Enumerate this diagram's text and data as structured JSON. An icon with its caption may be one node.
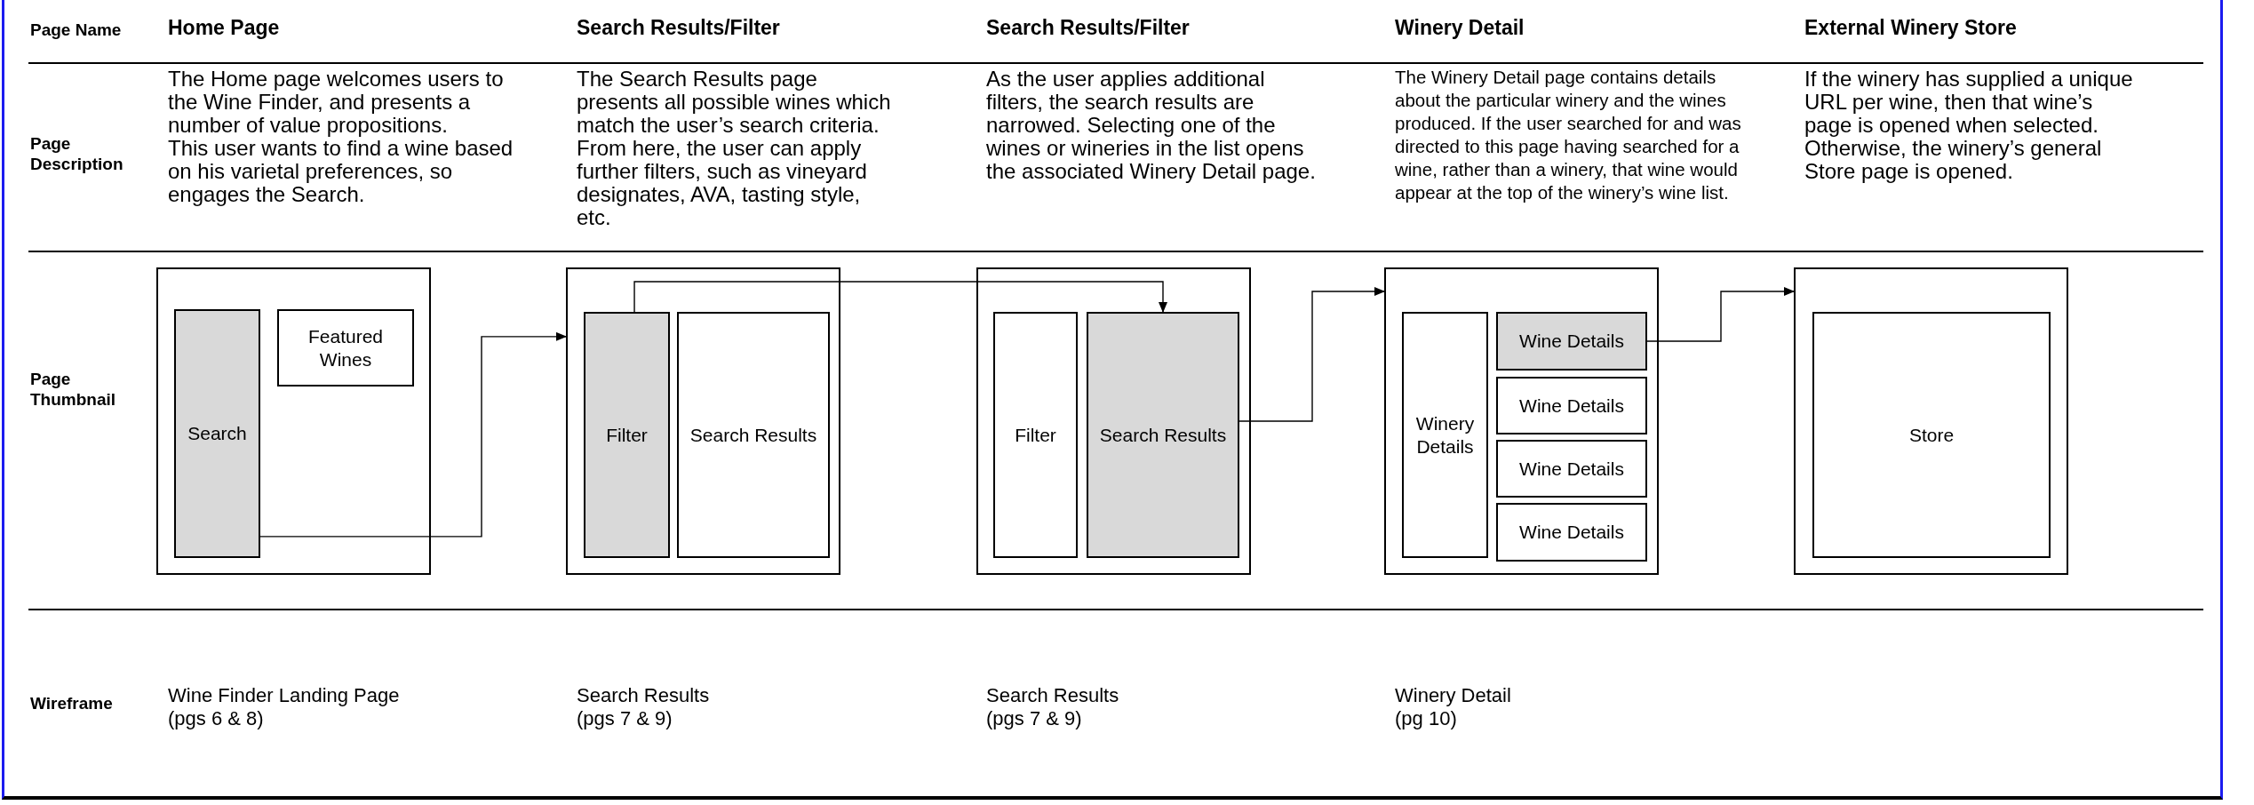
{
  "diagram": {
    "nodes": [
      {
        "text": [],
        "shape": "box"
      },
      {
        "text": [
          "Search"
        ],
        "in": 0
      },
      {
        "text": [
          "Featured Wines"
        ],
        "in": 0
      },
      {
        "text": [],
        "shape": "box"
      },
      {
        "text": [
          "Filter"
        ],
        "in": 3
      },
      {
        "text": [
          "Search Results"
        ],
        "in": 3
      },
      {
        "text": [],
        "shape": "box"
      },
      {
        "text": [
          "Filter"
        ],
        "in": 6
      },
      {
        "text": [
          "Search Results"
        ],
        "in": 6
      },
      {
        "text": [],
        "shape": "box"
      },
      {
        "text": [
          "Winery Details"
        ],
        "in": 9
      },
      {
        "text": [
          "Wine Details"
        ],
        "in": 9
      },
      {
        "text": [
          "Wine Details"
        ],
        "in": 9
      },
      {
        "text": [
          "Wine Details"
        ],
        "in": 9
      },
      {
        "text": [
          "Wine Details"
        ],
        "in": 9
      },
      {
        "text": [],
        "shape": "box"
      },
      {
        "text": [
          "Store"
        ],
        "in": 15
      }
    ],
    "edges": [
      {
        "from": 1,
        "to": 3,
        "arrow": "to"
      },
      {
        "from": 4,
        "to": 8,
        "arrow": "to"
      },
      {
        "from": 8,
        "to": 9,
        "arrow": "to"
      },
      {
        "from": 11,
        "to": 15,
        "arrow": "to"
      }
    ],
    "labels": [
      "Page Name",
      "Home Page",
      "Search Results/Filter",
      "Search Results/Filter",
      "Winery Detail",
      "External Winery Store",
      "Page Description",
      "The Home page welcomes users to the Wine Finder, and presents a number of value propositions.",
      "This user wants to find a wine based on his varietal preferences, so engages the Search.",
      "The Search Results page presents all possible wines which match the user’s search criteria.",
      "From here, the user can apply further filters, such as vineyard designates, AVA, tasting style, etc.",
      "As the user applies additional filters, the search results are narrowed. Selecting one of the wines or wineries in the list opens the associated Winery Detail page.",
      "The Winery Detail page contains details about the particular winery and the wines produced. If the user searched for and was directed to this page having searched for a wine, rather than a winery, that wine would appear at the top of the winery’s wine list.",
      "If the winery has supplied a unique URL per wine, then that wine’s page is opened when selected. Otherwise, the winery’s general Store page is opened.",
      "Page Thumbnail",
      "Wireframe",
      "Wine Finder Landing Page (pgs 6 & 8)",
      "Search Results (pgs 7 & 9)",
      "Search Results (pgs 7 & 9)",
      "Winery Detail (pg 10)"
    ]
  }
}
